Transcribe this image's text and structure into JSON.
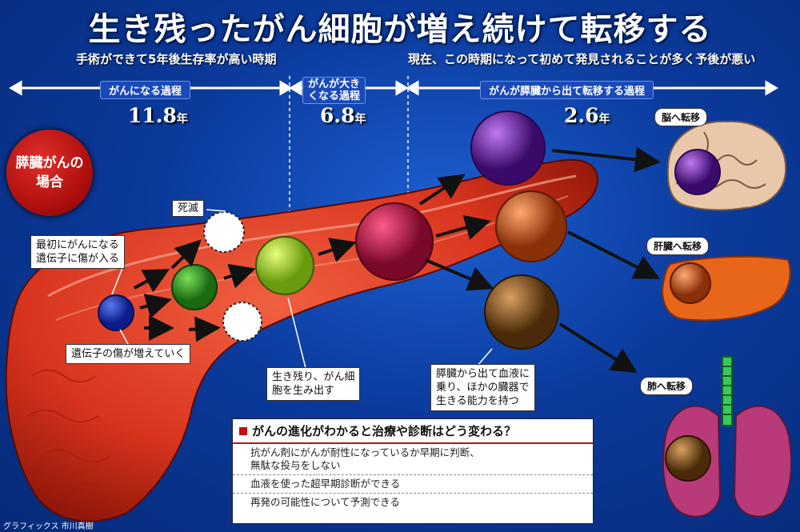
{
  "title": "生き残ったがん細胞が増え続けて転移する",
  "subtitle_left": "手術ができて5年後生存率が高い時期",
  "subtitle_right": "現在、この時期になって初めて発見されることが多く予後が悪い",
  "phases": [
    {
      "label": "がんになる過程",
      "years": "11.8",
      "unit": "年"
    },
    {
      "label": "がんが大き\nくなる過程",
      "years": "6.8",
      "unit": "年"
    },
    {
      "label": "がんが膵臓から出て転移する過程",
      "years": "2.6",
      "unit": "年"
    }
  ],
  "case_label": "膵臓がんの\n場合",
  "callouts": {
    "death": "死滅",
    "first_damage": "最初にがんになる\n遺伝子に傷が入る",
    "damage_increase": "遺伝子の傷が増えていく",
    "survive": "生き残り、がん細\n胞を生み出す",
    "spread": "膵臓から出て血液に\n乗り、ほかの臓器で\n生きる能力を持つ"
  },
  "organs": {
    "brain": "脳へ転移",
    "liver": "肝臓へ転移",
    "lung": "肺へ転移"
  },
  "box": {
    "heading": "がんの進化がわかると治療や診断はどう変わる？",
    "items": [
      "抗がん剤にがんが耐性になっているか早期に判断、\n無駄な投与をしない",
      "血液を使った超早期診断ができる",
      "再発の可能性について予測できる"
    ]
  },
  "credit": "グラフィックス 市川真樹",
  "colors": {
    "background": "#0b3a9c",
    "cell_blue": "#1c3fc8",
    "cell_green": "#3aa82a",
    "cell_lime": "#a6d62a",
    "cell_magenta": "#c4184c",
    "cell_purple": "#7a2aa8",
    "cell_orange": "#d8682a",
    "cell_brown": "#8a5218",
    "accent_red": "#c21010"
  }
}
